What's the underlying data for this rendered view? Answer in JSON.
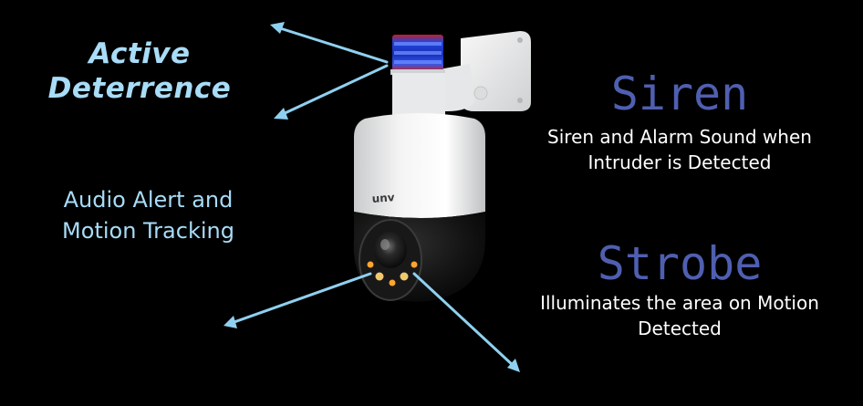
{
  "active_deterrence": {
    "line1": "Active",
    "line2": "Deterrence"
  },
  "audio_alert": {
    "line1": "Audio Alert and",
    "line2": "Motion Tracking"
  },
  "siren": {
    "title": "Siren",
    "desc_line1": "Siren and Alarm Sound when",
    "desc_line2": "Intruder is Detected"
  },
  "strobe": {
    "title": "Strobe",
    "desc_line1": "Illuminates the area on Motion",
    "desc_line2": "Detected"
  },
  "camera": {
    "brand_logo": "unv"
  },
  "colors": {
    "background": "#000000",
    "accent_light_blue": "#a8dcf7",
    "heading_blue": "#4f5fb0",
    "arrow": "#8fd0f0",
    "body_white": "#ffffff"
  }
}
